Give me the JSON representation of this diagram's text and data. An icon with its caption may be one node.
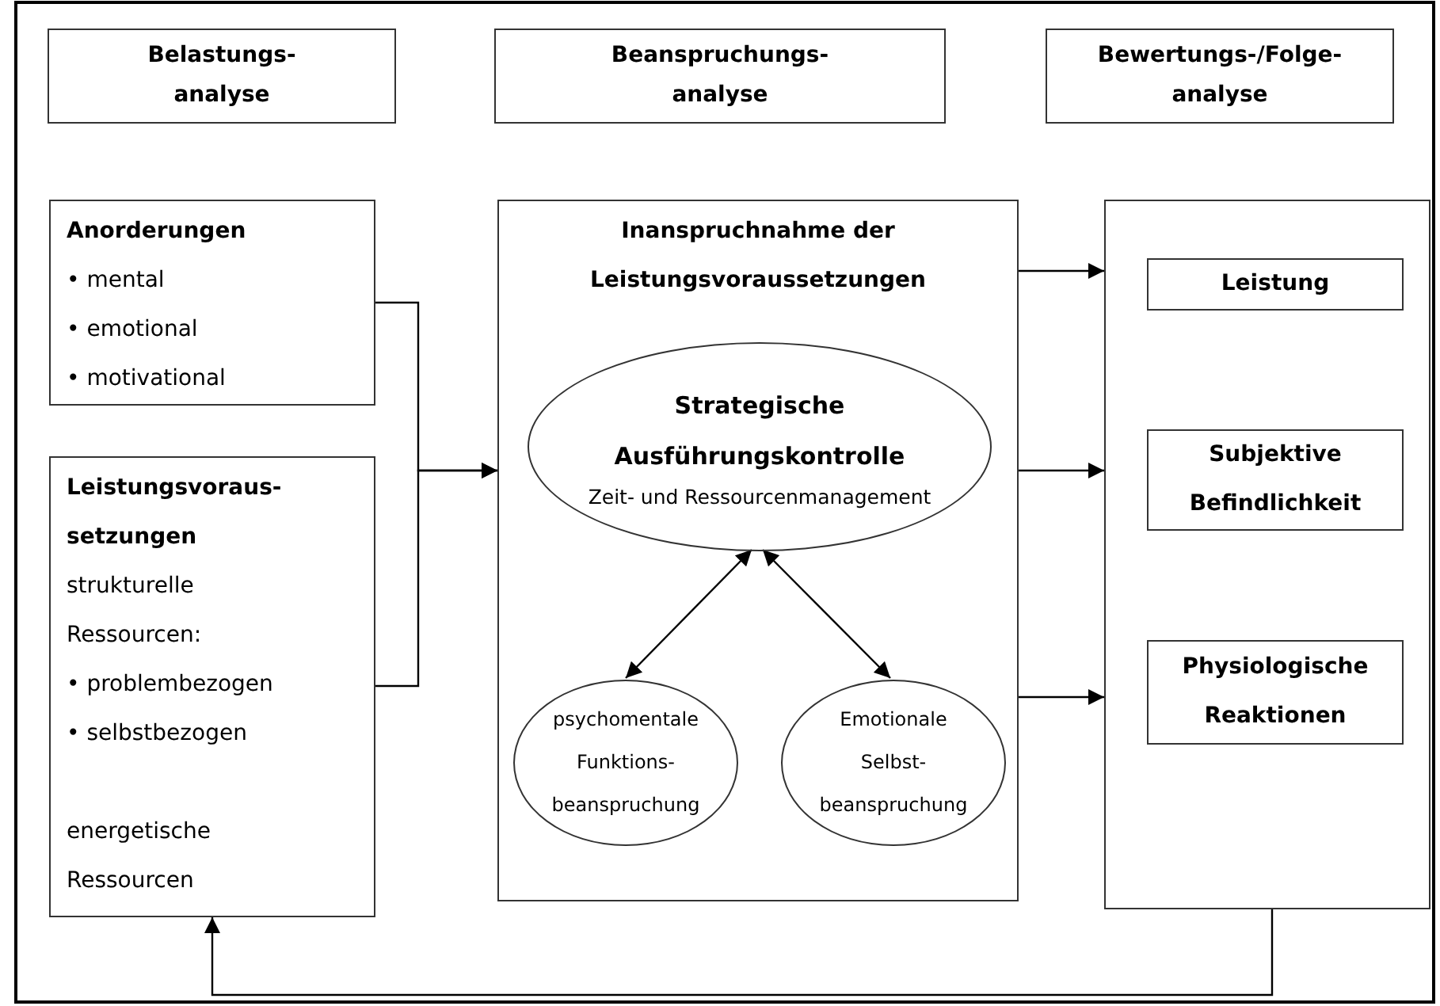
{
  "diagram": {
    "nodes": [
      {
        "text": [
          "Belastungs- analyse"
        ]
      },
      {
        "text": [
          "Beanspruchungs- analyse"
        ]
      },
      {
        "text": [
          "Bewertungs-/Folge- analyse"
        ]
      },
      {
        "text": [
          "Anorderungen",
          "• mental",
          "• emotional",
          "• motivational"
        ]
      },
      {
        "text": [
          "Leistungsvoraus- setzungen",
          "strukturelle Ressourcen:",
          "• problembezogen",
          "• selbstbezogen",
          "energetische Ressourcen"
        ]
      },
      {
        "text": [
          "Inanspruchnahme der Leistungsvoraussetzungen"
        ]
      },
      {
        "text": [
          "Strategische Ausführungskontrolle",
          "Zeit- und Ressourcenmanagement"
        ],
        "in": 5
      },
      {
        "text": [
          "psychomentale Funktions- beanspruchung"
        ],
        "in": 5
      },
      {
        "text": [
          "Emotionale Selbst- beanspruchung"
        ],
        "in": 5
      },
      {
        "text": [],
        "shape": "box"
      },
      {
        "text": [
          "Leistung"
        ],
        "in": 9
      },
      {
        "text": [
          "Subjektive Befindlichkeit"
        ],
        "in": 9
      },
      {
        "text": [
          "Physiologische Reaktionen"
        ],
        "in": 9
      }
    ],
    "edges": [
      {
        "from": 3,
        "to": 5,
        "arrow": "to"
      },
      {
        "from": 4,
        "to": 5,
        "arrow": "to"
      },
      {
        "from": 6,
        "to": 7,
        "arrow": "both"
      },
      {
        "from": 6,
        "to": 8,
        "arrow": "both"
      },
      {
        "from": 5,
        "to": 9,
        "arrow": "to"
      },
      {
        "from": 5,
        "to": 9,
        "arrow": "to"
      },
      {
        "from": 5,
        "to": 9,
        "arrow": "to"
      },
      {
        "from": 9,
        "to": 4,
        "arrow": "to"
      }
    ]
  }
}
